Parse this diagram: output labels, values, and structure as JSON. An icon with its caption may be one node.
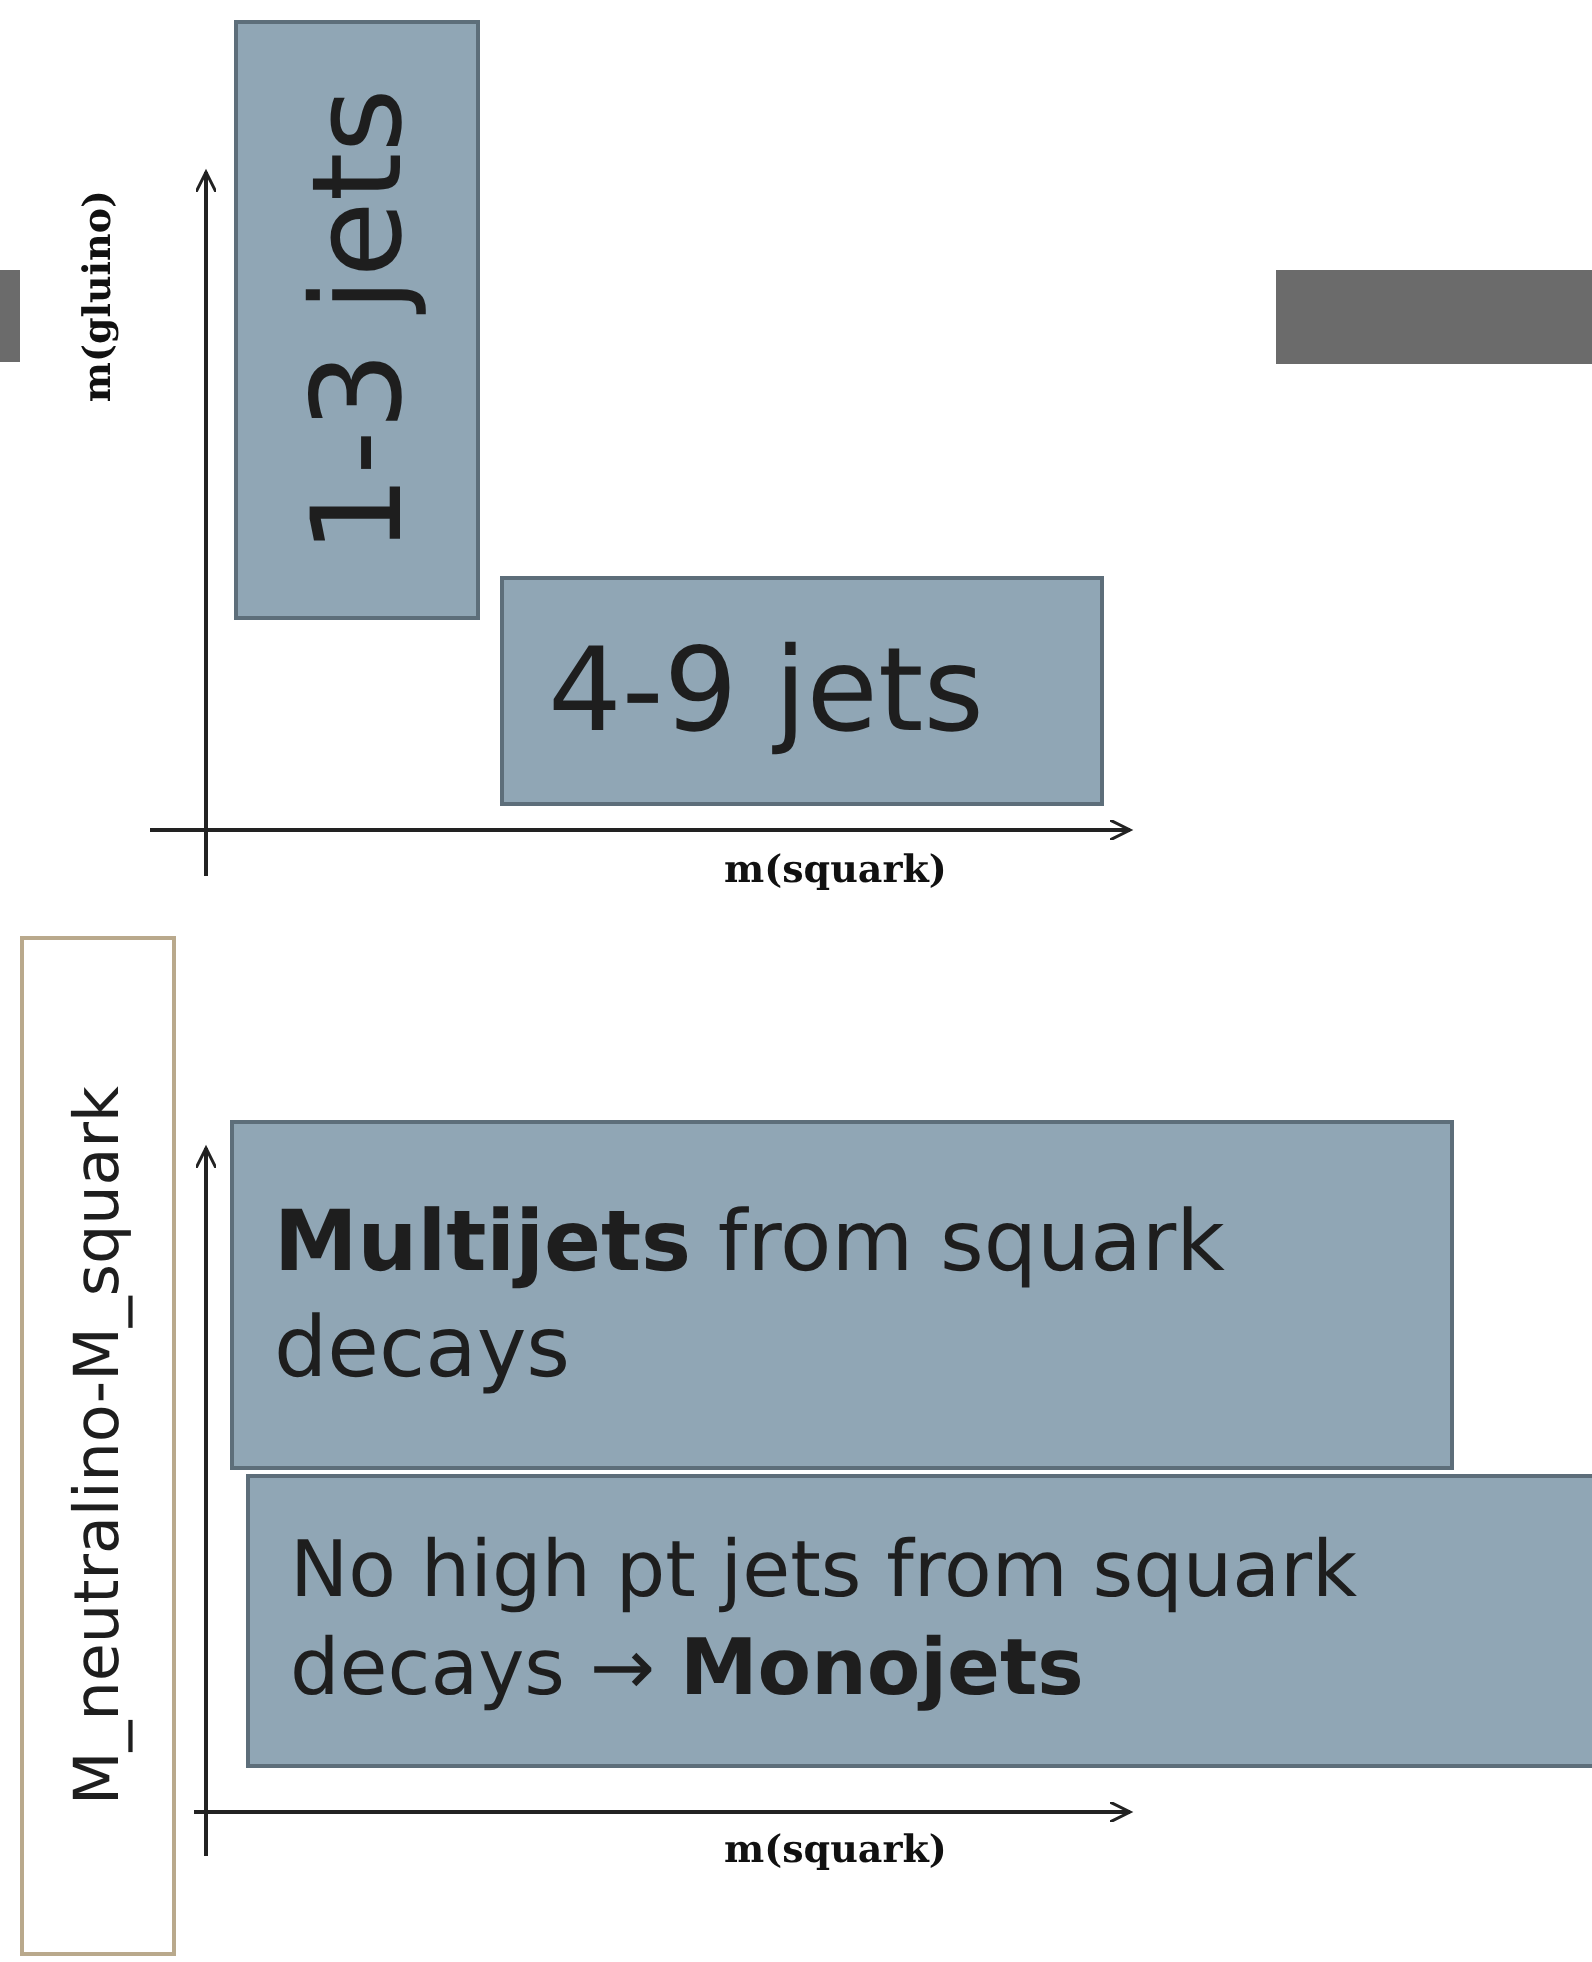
{
  "diagram": {
    "nodes": [
      {
        "text": [
          "1-3 jets"
        ]
      },
      {
        "text": [
          "4-9 jets"
        ]
      },
      {
        "text": [
          "M_neutralino-M_squark"
        ]
      },
      {
        "text": [
          "**Multijets** from squark decays"
        ]
      },
      {
        "text": [
          "No high pt jets from squark decays → **Monojets**"
        ]
      }
    ],
    "labels": [
      "m(gluino)",
      "m(squark)",
      "m(squark)"
    ]
  }
}
